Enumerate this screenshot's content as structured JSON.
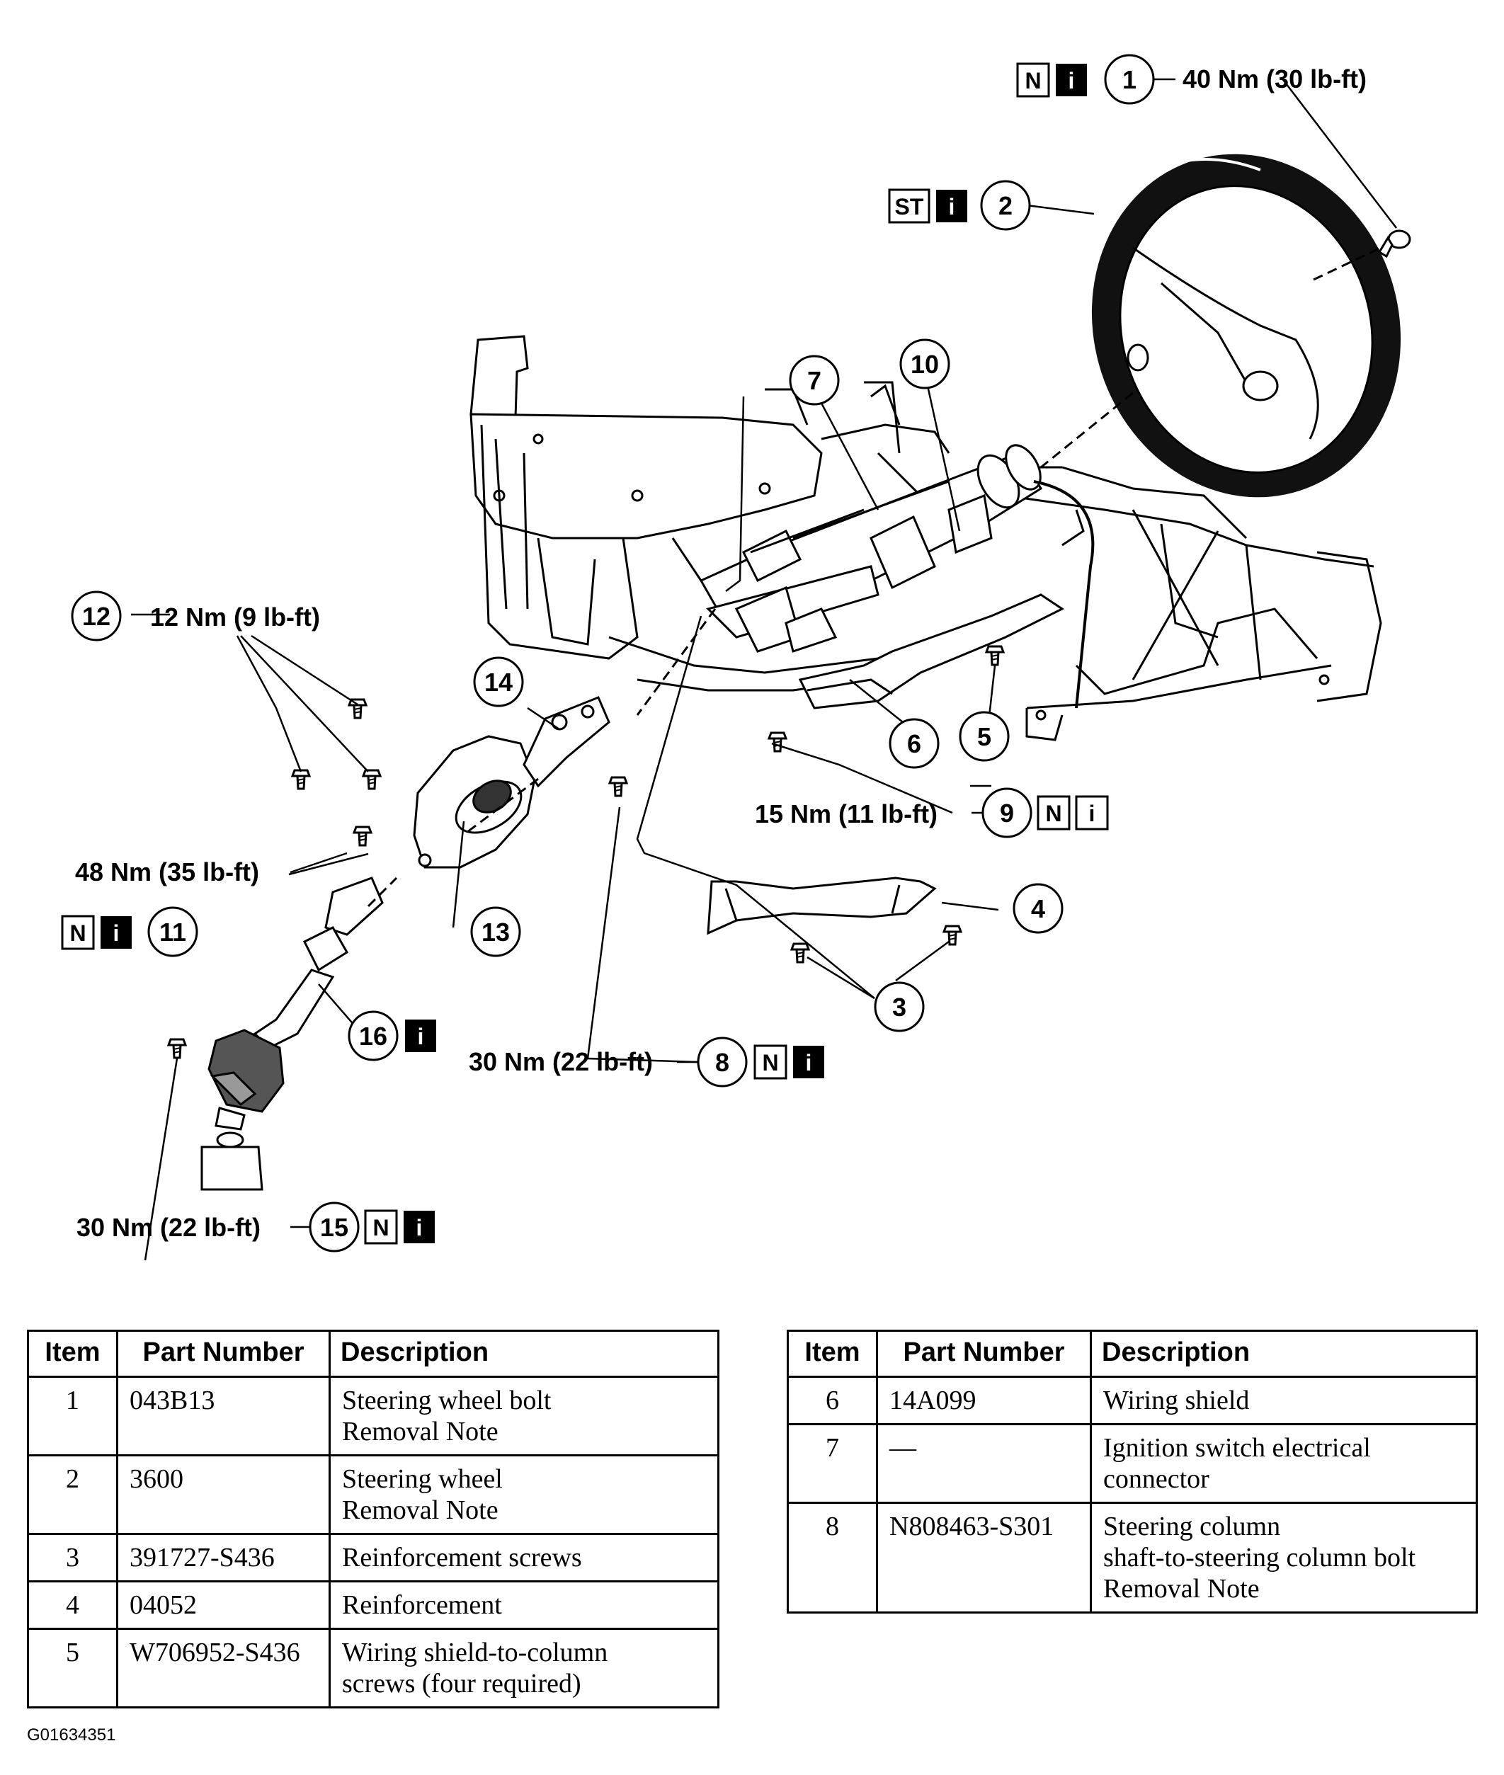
{
  "callouts": {
    "c1": {
      "num": "1",
      "torque": "40 Nm (30 lb-ft)",
      "badges": [
        "N",
        "i"
      ]
    },
    "c2": {
      "num": "2",
      "badges": [
        "ST",
        "i"
      ]
    },
    "c3": {
      "num": "3"
    },
    "c4": {
      "num": "4"
    },
    "c5": {
      "num": "5"
    },
    "c6": {
      "num": "6"
    },
    "c7": {
      "num": "7"
    },
    "c8": {
      "num": "8",
      "torque": "30 Nm (22 lb-ft)",
      "badges": [
        "N",
        "i"
      ]
    },
    "c9": {
      "num": "9",
      "torque": "15 Nm (11 lb-ft)",
      "badges": [
        "N",
        "i"
      ]
    },
    "c10": {
      "num": "10"
    },
    "c11": {
      "num": "11",
      "torque": "48 Nm (35 lb-ft)",
      "badges": [
        "N",
        "i"
      ]
    },
    "c12": {
      "num": "12",
      "torque": "12 Nm (9 lb-ft)"
    },
    "c13": {
      "num": "13"
    },
    "c14": {
      "num": "14"
    },
    "c15": {
      "num": "15",
      "torque": "30 Nm (22 lb-ft)",
      "badges": [
        "N",
        "i"
      ]
    },
    "c16": {
      "num": "16",
      "badges": [
        "i"
      ]
    }
  },
  "table_headers": {
    "item": "Item",
    "part_number": "Part Number",
    "description": "Description"
  },
  "parts_left": [
    {
      "item": "1",
      "part": "043B13",
      "desc": [
        "Steering wheel bolt",
        "Removal Note"
      ]
    },
    {
      "item": "2",
      "part": "3600",
      "desc": [
        "Steering wheel",
        "Removal Note"
      ]
    },
    {
      "item": "3",
      "part": "391727-S436",
      "desc": [
        "Reinforcement screws"
      ]
    },
    {
      "item": "4",
      "part": "04052",
      "desc": [
        "Reinforcement"
      ]
    },
    {
      "item": "5",
      "part": "W706952-S436",
      "desc": [
        "Wiring shield-to-column",
        "screws (four required)"
      ]
    }
  ],
  "parts_right": [
    {
      "item": "6",
      "part": "14A099",
      "desc": [
        "Wiring shield"
      ]
    },
    {
      "item": "7",
      "part": "—",
      "desc": [
        "Ignition switch electrical",
        "connector"
      ]
    },
    {
      "item": "8",
      "part": "N808463-S301",
      "desc": [
        "Steering column",
        "shaft-to-steering column bolt",
        "Removal Note"
      ]
    }
  ],
  "figure_code": "G01634351"
}
